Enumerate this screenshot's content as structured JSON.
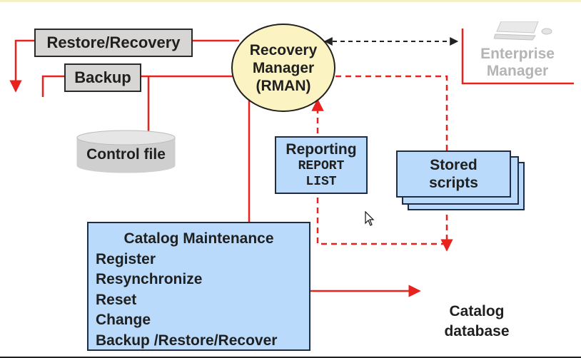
{
  "nodes": {
    "restore_recovery": "Restore/Recovery",
    "backup": "Backup",
    "control_file": "Control file",
    "rman": [
      "Recovery",
      "Manager",
      "(RMAN)"
    ],
    "enterprise_manager": [
      "Enterprise",
      "Manager"
    ],
    "reporting": {
      "title": "Reporting",
      "commands": [
        "REPORT",
        "LIST"
      ]
    },
    "stored_scripts": [
      "Stored",
      "scripts"
    ],
    "catalog_maintenance": {
      "title": "Catalog Maintenance",
      "items": [
        "Register",
        "Resynchronize",
        "Reset",
        "Change",
        "Backup /Restore/Recover"
      ]
    },
    "catalog_database": [
      "Catalog",
      "database"
    ]
  },
  "colors": {
    "connector": "#e8231e",
    "box_blue": "#b9dafa",
    "box_gray": "#d8d6d4",
    "rman_fill": "#fbf3c2",
    "disabled_text": "#b4b4b4"
  },
  "icons": [
    "pointer-cursor-icon",
    "computer-icon",
    "database-cylinder-icon"
  ]
}
